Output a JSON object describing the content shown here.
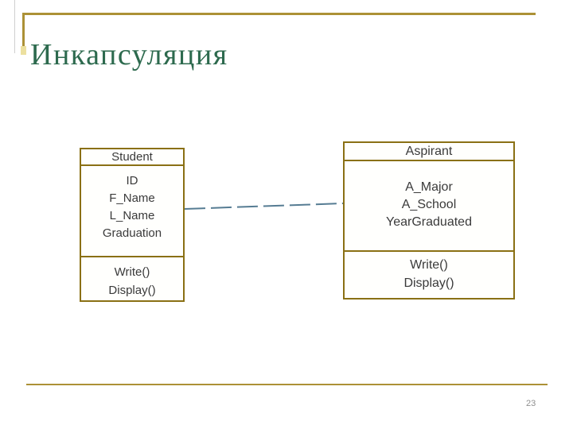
{
  "slide": {
    "title": "Инкапсуляция",
    "page_number": "23"
  },
  "diagram": {
    "classes": [
      {
        "name": "Student",
        "attributes": [
          "ID",
          "F_Name",
          "L_Name",
          "Graduation"
        ],
        "methods": [
          "Write()",
          "Display()"
        ]
      },
      {
        "name": "Aspirant",
        "attributes": [
          "A_Major",
          "A_School",
          "YearGraduated"
        ],
        "methods": [
          "Write()",
          "Display()"
        ]
      }
    ],
    "connector": {
      "type": "dashed-line",
      "from": "Student",
      "to": "Aspirant"
    }
  },
  "colors": {
    "title": "#2d6a4e",
    "gold": "#ac9136",
    "box_border": "#8a7014",
    "box_text": "#3a3a3a",
    "connector": "#567c93",
    "page_number": "#8f8f8f"
  }
}
